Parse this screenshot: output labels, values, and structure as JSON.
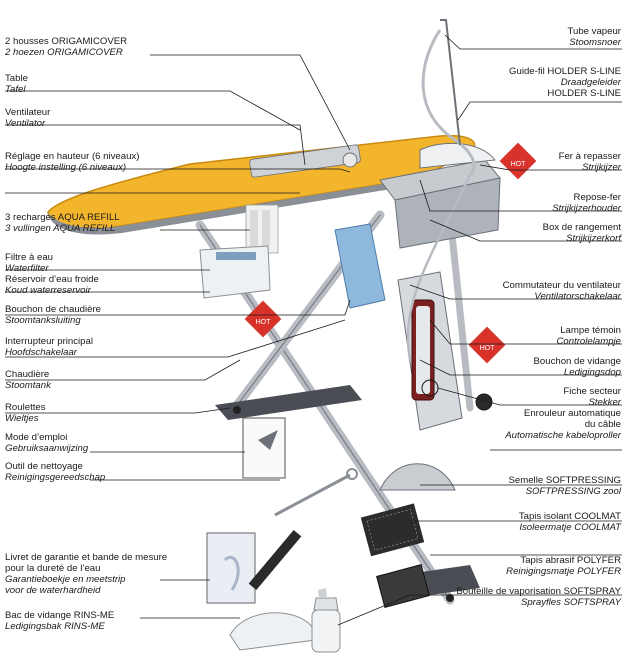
{
  "colors": {
    "board": "#f2b52c",
    "board_edge": "#c98a10",
    "metal": "#b8bcc2",
    "metal_dark": "#6c7178",
    "water": "#8fb8dd",
    "hot_badge": "#d8322b",
    "line": "#1a1a1a",
    "text": "#1a1a1a"
  },
  "labels_left": [
    {
      "id": "covers",
      "fr": "2 housses ORIGAMICOVER",
      "nl": "2 hoezen ORIGAMICOVER"
    },
    {
      "id": "table",
      "fr": "Table",
      "nl": "Tafel"
    },
    {
      "id": "fan",
      "fr": "Ventilateur",
      "nl": "Ventilator"
    },
    {
      "id": "height",
      "fr": "Réglage en hauteur (6 niveaux)",
      "nl": "Hoogte instelling  (6 niveaux)"
    },
    {
      "id": "refill",
      "fr": "3 recharges AQUA REFILL",
      "nl": "3 vullingen AQUA REFILL"
    },
    {
      "id": "filter",
      "fr": "Filtre à eau",
      "nl": "Waterfilter"
    },
    {
      "id": "reservoir",
      "fr": "Réservoir d’eau froide",
      "nl": "Koud waterreservoir"
    },
    {
      "id": "boilercap",
      "fr": "Bouchon de chaudière",
      "nl": "Stoomtanksluiting"
    },
    {
      "id": "mainswitch",
      "fr": "Interrupteur principal",
      "nl": "Hoofdschakelaar"
    },
    {
      "id": "boiler",
      "fr": "Chaudière",
      "nl": "Stoomtank"
    },
    {
      "id": "wheels",
      "fr": "Roulettes",
      "nl": "Wieltjes"
    },
    {
      "id": "manual",
      "fr": "Mode d’emploi",
      "nl": "Gebruiksaanwijzing"
    },
    {
      "id": "cleaning",
      "fr": "Outil de nettoyage",
      "nl": "Reinigingsgereedschap"
    },
    {
      "id": "warranty",
      "fr": "Livret de garantie et bande de mesure",
      "fr2": "pour la dureté de l’eau",
      "nl": "Garantieboekje en meetstrip",
      "nl2": "voor de waterhardheid"
    },
    {
      "id": "rinse",
      "fr": "Bac de vidange RINS-ME",
      "nl": "Ledigingsbak RINS-ME"
    }
  ],
  "labels_right": [
    {
      "id": "tube",
      "fr": "Tube vapeur",
      "nl": "Stoomsnoer"
    },
    {
      "id": "holder",
      "fr": "Guide-fil HOLDER S-LINE",
      "nl": "Draadgeleider",
      "nl2": "HOLDER S-LINE"
    },
    {
      "id": "iron",
      "fr": "Fer à repasser",
      "nl": "Strijkijzer"
    },
    {
      "id": "rest",
      "fr": "Repose-fer",
      "nl": "Strijkijzerhouder"
    },
    {
      "id": "storage",
      "fr": "Box de rangement",
      "nl": "Strijkijzerkorf"
    },
    {
      "id": "fanswitch",
      "fr": "Commutateur du ventilateur",
      "nl": "Ventilatorschakelaar"
    },
    {
      "id": "lamp",
      "fr": "Lampe témoin",
      "nl": "Controlelampje"
    },
    {
      "id": "drain",
      "fr": "Bouchon de vidange",
      "nl": "Ledigingsdop"
    },
    {
      "id": "plug",
      "fr": "Fiche secteur",
      "nl": "Stekker"
    },
    {
      "id": "reel",
      "fr": "Enrouleur automatique",
      "fr2": "du câble",
      "nl": "Automatische kabeloproller"
    },
    {
      "id": "soleplate",
      "fr": "Semelle SOFTPRESSING",
      "nl": "SOFTPRESSING zool"
    },
    {
      "id": "mat",
      "fr": "Tapis isolant COOLMAT",
      "nl": "Isoleermatje COOLMAT"
    },
    {
      "id": "abrasive",
      "fr": "Tapis abrasif POLYFER",
      "nl": "Reinigingsmatje POLYFER"
    },
    {
      "id": "spray",
      "fr": "Bouteille de vaporisation SOFTSPRAY",
      "nl": "Sprayfles SOFTSPRAY"
    }
  ],
  "hot_badge_text": "HOT"
}
